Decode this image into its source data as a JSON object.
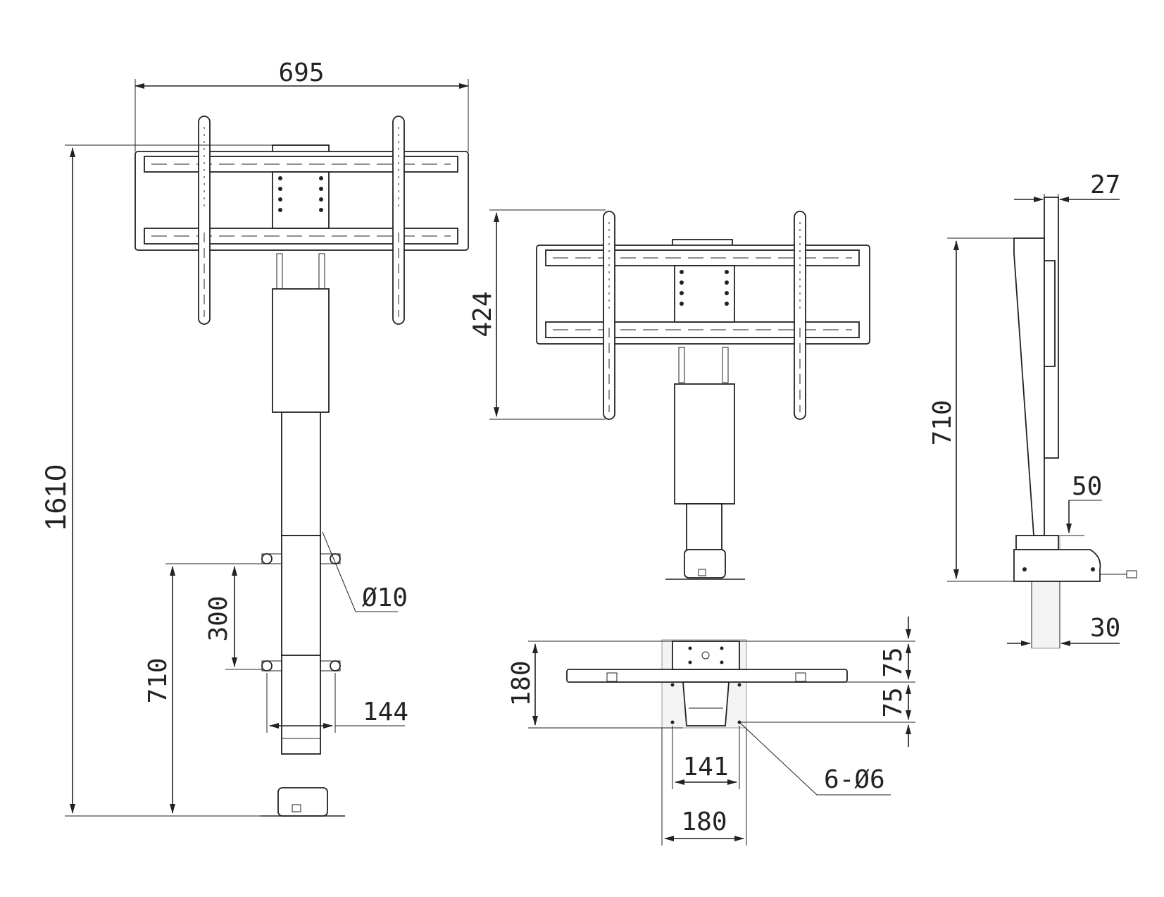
{
  "colors": {
    "line": "#222222",
    "background": "#ffffff",
    "shade": "#f3f3f3"
  },
  "dimensions": {
    "front_width": "695",
    "overall_height": "1610",
    "lift_height_front": "710",
    "hole_spacing": "300",
    "hole_diameter": "Ø10",
    "base_width": "144",
    "bracket_height": "424",
    "side_lift_height": "710",
    "side_depth": "27",
    "side_offset_top": "50",
    "side_offset_bottom": "30",
    "base_depth": "180",
    "base_row_top": "75",
    "base_row_bottom": "75",
    "base_inner_width": "141",
    "base_outer_width": "180",
    "base_holes": "6-Ø6"
  }
}
